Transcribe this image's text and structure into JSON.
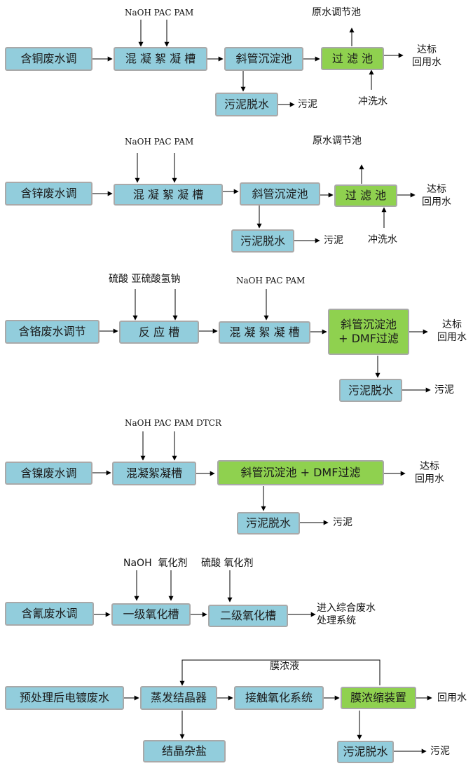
{
  "flow1": {
    "source": "含铜废水调",
    "reagents": "NaOH PAC PAM",
    "coag": "混 凝 絮 凝 槽",
    "settle": "斜管沉淀池",
    "filter": "过 滤 池",
    "to_reg": "原水调节池",
    "out_line1": "达标",
    "out_line2": "回用水",
    "wash": "冲洗水",
    "sludge_box": "污泥脱水",
    "sludge": "污泥"
  },
  "flow2": {
    "source": "含锌废水调",
    "reagents": "NaOH PAC PAM",
    "coag": "混 凝 絮 凝 槽",
    "settle": "斜管沉淀池",
    "filter": "过 滤 池",
    "to_reg": "原水调节池",
    "out_line1": "达标",
    "out_line2": "回用水",
    "wash": "冲洗水",
    "sludge_box": "污泥脱水",
    "sludge": "污泥"
  },
  "flow3": {
    "source": "含铬废水调节",
    "reagents1": "硫酸 亚硫酸氢钠",
    "react": "反 应 槽",
    "reagents2": "NaOH PAC PAM",
    "coag": "混 凝 絮 凝 槽",
    "settle_line1": "斜管沉淀池",
    "settle_line2": "+ DMF过滤",
    "out_line1": "达标",
    "out_line2": "回用水",
    "sludge_box": "污泥脱水",
    "sludge": "污泥"
  },
  "flow4": {
    "source": "含镍废水调",
    "reagents": "NaOH PAC PAM DTCR",
    "coag": "混凝絮凝槽",
    "settle": "斜管沉淀池 + DMF过滤",
    "out_line1": "达标",
    "out_line2": "回用水",
    "sludge_box": "污泥脱水",
    "sludge": "污泥"
  },
  "flow5": {
    "source": "含氰废水调",
    "reagents1": "NaOH  氧化剂",
    "ox1": "一级氧化槽",
    "reagents2": "硫酸 氧化剂",
    "ox2": "二级氧化槽",
    "out_line1": "进入综合废水",
    "out_line2": "处理系统"
  },
  "flow6": {
    "source": "预处理后电镀废水",
    "evap": "蒸发结晶器",
    "contact": "接触氧化系统",
    "membrane": "膜浓缩装置",
    "out": "回用水",
    "concentrate": "膜浓液",
    "salt": "结晶杂盐",
    "sludge_box": "污泥脱水",
    "sludge": "污泥"
  },
  "colors": {
    "blue_box": "#92cddc",
    "green_box": "#8fd14f",
    "border": "#a9a9a9",
    "arrow": "#000000"
  }
}
